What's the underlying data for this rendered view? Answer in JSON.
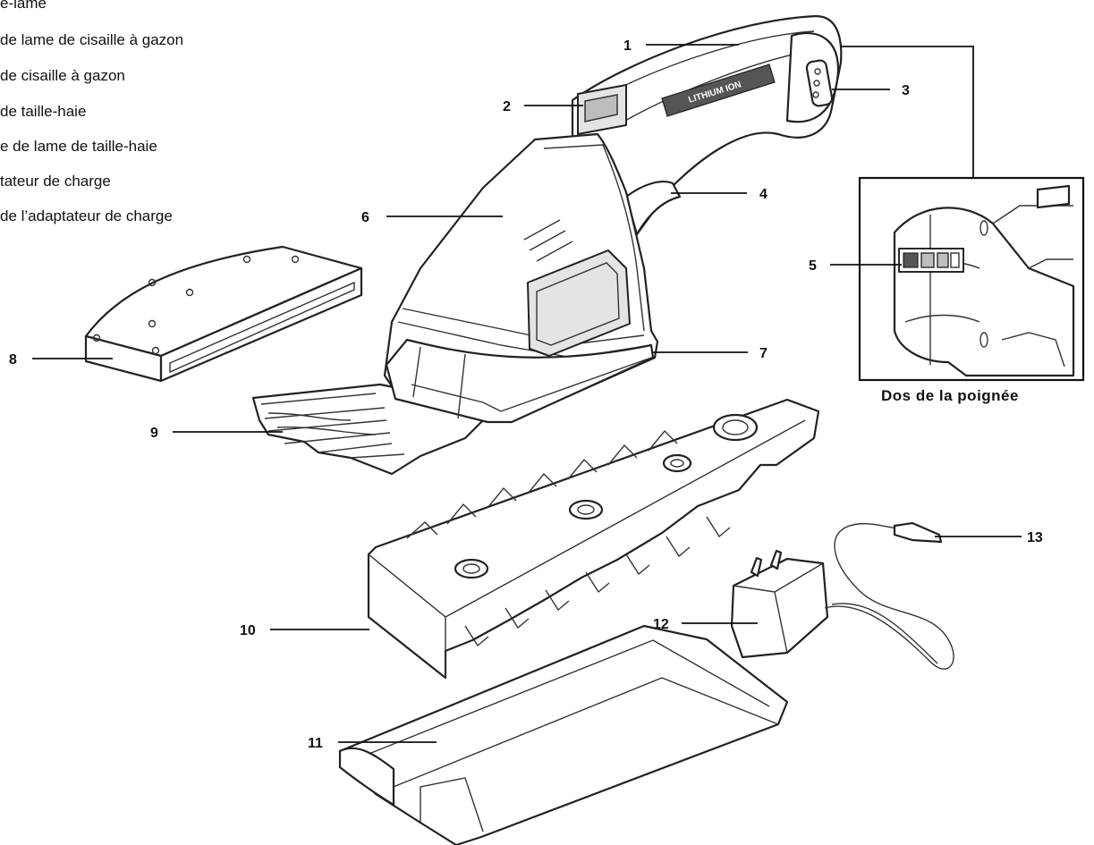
{
  "legend": [
    "e-lame",
    "de lame de cisaille à gazon",
    "de cisaille à gazon",
    "de taille-haie",
    "e de lame de taille-haie",
    "tateur de charge",
    "de l’adaptateur de charge"
  ],
  "callouts": [
    "1",
    "2",
    "3",
    "4",
    "5",
    "6",
    "7",
    "8",
    "9",
    "10",
    "11",
    "12",
    "13"
  ],
  "inset_caption": "Dos de la poignée",
  "badge_text": "LITHIUM ION"
}
